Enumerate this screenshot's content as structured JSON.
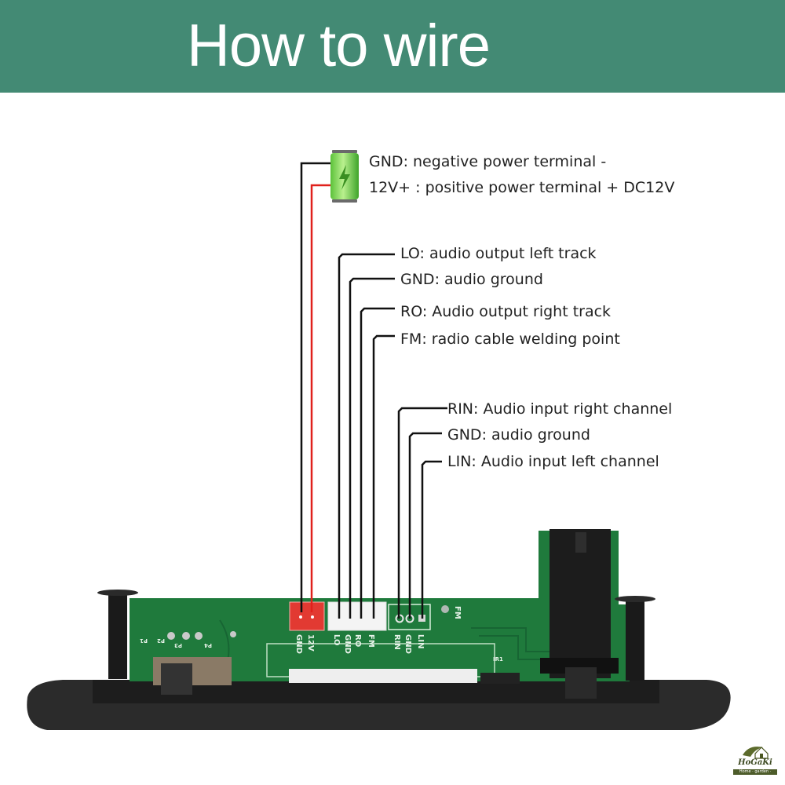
{
  "header": {
    "title": "How to wire",
    "background_color": "#438a74"
  },
  "power": {
    "icon": "battery-charging-icon",
    "gnd_label": "GND: negative power terminal -",
    "v12_label": "12V+ : positive power terminal + DC12V",
    "gnd_wire_color": "#111111",
    "v12_wire_color": "#e0211c"
  },
  "audio_output": [
    {
      "pin": "LO",
      "label": "LO: audio output left track"
    },
    {
      "pin": "GND",
      "label": "GND: audio ground"
    },
    {
      "pin": "RO",
      "label": "RO: Audio output right track"
    },
    {
      "pin": "FM",
      "label": "FM: radio cable welding point"
    }
  ],
  "audio_input": [
    {
      "pin": "RIN",
      "label": "RIN: Audio input right channel"
    },
    {
      "pin": "GND",
      "label": "GND: audio ground"
    },
    {
      "pin": "LIN",
      "label": "LIN: Audio input left channel"
    }
  ],
  "board": {
    "power_connector_pins": [
      "GND",
      "12V"
    ],
    "output_connector_pins": [
      "LO",
      "GND",
      "RO",
      "FM"
    ],
    "input_pads": [
      "RIN",
      "GND",
      "LIN"
    ],
    "switch_labels": [
      "P1",
      "P2",
      "P3",
      "P4"
    ],
    "fm_pad_label": "FM",
    "ir_label": "IR1",
    "pcb_color": "#1f7a3c"
  },
  "logo": {
    "name": "HoGaKi",
    "tagline": "Home · garden · kitchen"
  }
}
